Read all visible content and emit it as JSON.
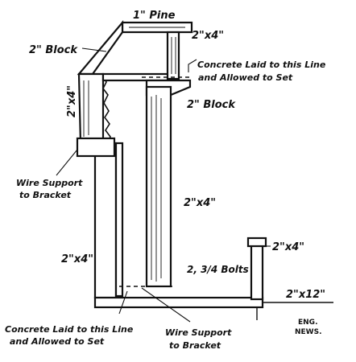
{
  "labels": {
    "pine_top": "1\" Pine",
    "block_left": "2\" Block",
    "stud_top_right": "2\"x4\"",
    "concrete_top": "Concrete Laid to this Line",
    "concrete_top_2": "and Allowed to Set",
    "block_right": "2\" Block",
    "stud_left_vertical": "2\"x4\"",
    "wire_support_left": "Wire Support",
    "wire_support_left_2": "to Bracket",
    "stud_center": "2\"x4\"",
    "stud_lower_left": "2\"x4\"",
    "stud_post": "2\"x4\"",
    "bolts": "2, 3/4 Bolts",
    "plank_bottom": "2\"x12\"",
    "concrete_bottom": "Concrete Laid to this Line",
    "concrete_bottom_2": "and Allowed to Set",
    "wire_support_bottom": "Wire Support",
    "wire_support_bottom_2": "to Bracket",
    "credit_1": "ENG.",
    "credit_2": "NEWS."
  }
}
